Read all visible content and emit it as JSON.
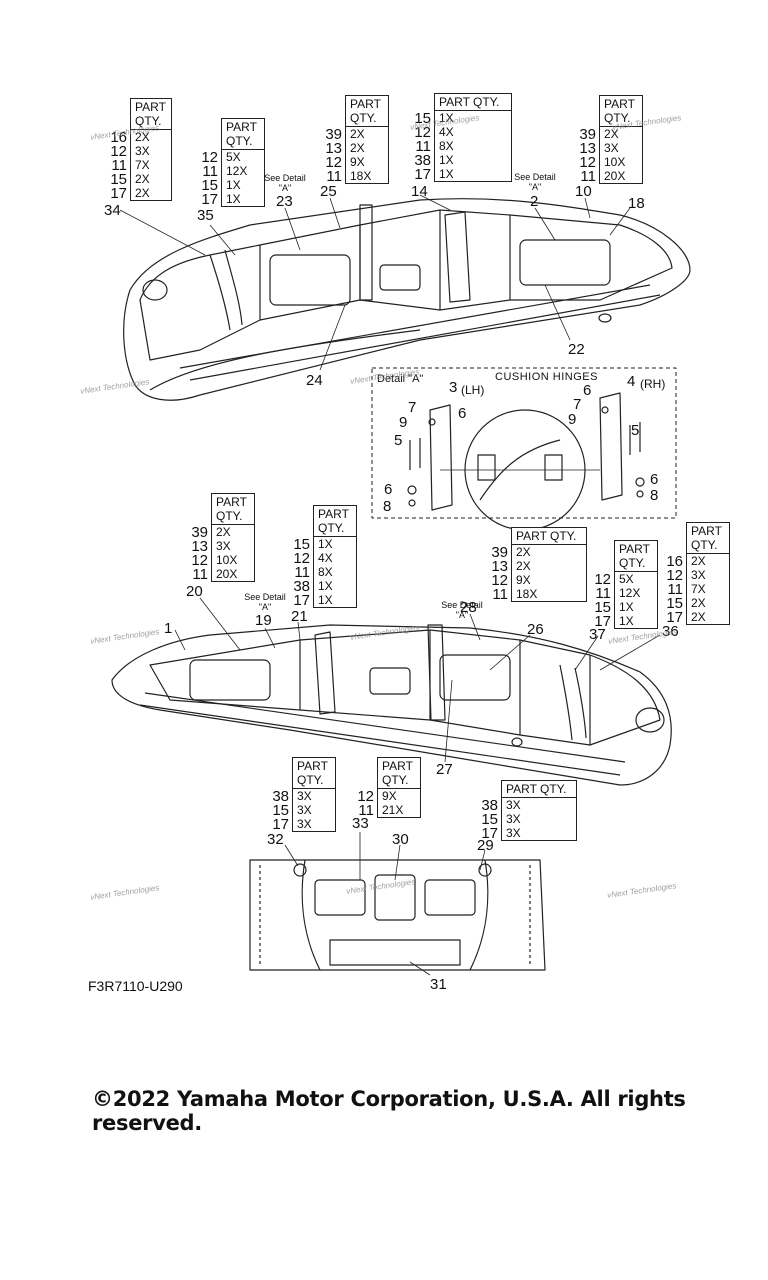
{
  "qty_tables": [
    {
      "id": "t1",
      "header": "PART QTY.",
      "rows": [
        [
          "16",
          "2X"
        ],
        [
          "12",
          "3X"
        ],
        [
          "11",
          "7X"
        ],
        [
          "15",
          "2X"
        ],
        [
          "17",
          "2X"
        ]
      ]
    },
    {
      "id": "t2",
      "header": "PART QTY.",
      "rows": [
        [
          "12",
          "5X"
        ],
        [
          "11",
          "12X"
        ],
        [
          "15",
          "1X"
        ],
        [
          "17",
          "1X"
        ]
      ]
    },
    {
      "id": "t3",
      "header": "PART QTY.",
      "rows": [
        [
          "39",
          "2X"
        ],
        [
          "13",
          "2X"
        ],
        [
          "12",
          "9X"
        ],
        [
          "11",
          "18X"
        ]
      ]
    },
    {
      "id": "t4",
      "header": "PART QTY.",
      "rows": [
        [
          "15",
          "1X"
        ],
        [
          "12",
          "4X"
        ],
        [
          "11",
          "8X"
        ],
        [
          "38",
          "1X"
        ],
        [
          "17",
          "1X"
        ]
      ]
    },
    {
      "id": "t5",
      "header": "PART QTY.",
      "rows": [
        [
          "39",
          "2X"
        ],
        [
          "13",
          "3X"
        ],
        [
          "12",
          "10X"
        ],
        [
          "11",
          "20X"
        ]
      ]
    },
    {
      "id": "t6",
      "header": "PART QTY.",
      "rows": [
        [
          "39",
          "2X"
        ],
        [
          "13",
          "3X"
        ],
        [
          "12",
          "10X"
        ],
        [
          "11",
          "20X"
        ]
      ]
    },
    {
      "id": "t7",
      "header": "PART QTY.",
      "rows": [
        [
          "15",
          "1X"
        ],
        [
          "12",
          "4X"
        ],
        [
          "11",
          "8X"
        ],
        [
          "38",
          "1X"
        ],
        [
          "17",
          "1X"
        ]
      ]
    },
    {
      "id": "t8",
      "header": "PART QTY.",
      "rows": [
        [
          "39",
          "2X"
        ],
        [
          "13",
          "2X"
        ],
        [
          "12",
          "9X"
        ],
        [
          "11",
          "18X"
        ]
      ]
    },
    {
      "id": "t9",
      "header": "PART QTY.",
      "rows": [
        [
          "12",
          "5X"
        ],
        [
          "11",
          "12X"
        ],
        [
          "15",
          "1X"
        ],
        [
          "17",
          "1X"
        ]
      ]
    },
    {
      "id": "t10",
      "header": "PART QTY.",
      "rows": [
        [
          "16",
          "2X"
        ],
        [
          "12",
          "3X"
        ],
        [
          "11",
          "7X"
        ],
        [
          "15",
          "2X"
        ],
        [
          "17",
          "2X"
        ]
      ]
    },
    {
      "id": "t11",
      "header": "PART QTY.",
      "rows": [
        [
          "38",
          "3X"
        ],
        [
          "15",
          "3X"
        ],
        [
          "17",
          "3X"
        ]
      ]
    },
    {
      "id": "t12",
      "header": "PART QTY.",
      "rows": [
        [
          "12",
          "9X"
        ],
        [
          "11",
          "21X"
        ]
      ]
    },
    {
      "id": "t13",
      "header": "PART QTY.",
      "rows": [
        [
          "38",
          "3X"
        ],
        [
          "15",
          "3X"
        ],
        [
          "17",
          "3X"
        ]
      ]
    }
  ],
  "callouts": [
    "34",
    "35",
    "23",
    "25",
    "14",
    "2",
    "10",
    "18",
    "22",
    "24",
    "20",
    "19",
    "21",
    "1",
    "28",
    "26",
    "37",
    "36",
    "27",
    "32",
    "33",
    "30",
    "29",
    "31"
  ],
  "detail": {
    "title": "CUSHION HINGES",
    "label": "Detail \"A\"",
    "left_part": "3",
    "left_side": "(LH)",
    "right_part": "4",
    "right_side": "(RH)",
    "numbers": [
      "7",
      "9",
      "6",
      "5",
      "6",
      "8",
      "6",
      "7",
      "9",
      "5",
      "6",
      "8"
    ]
  },
  "see_detail": {
    "line1": "See Detail",
    "line2": "\"A\""
  },
  "watermark": "vNext Technologies",
  "diagram_code": "F3R7110-U290",
  "copyright": "©2022 Yamaha Motor Corporation, U.S.A. All rights reserved."
}
